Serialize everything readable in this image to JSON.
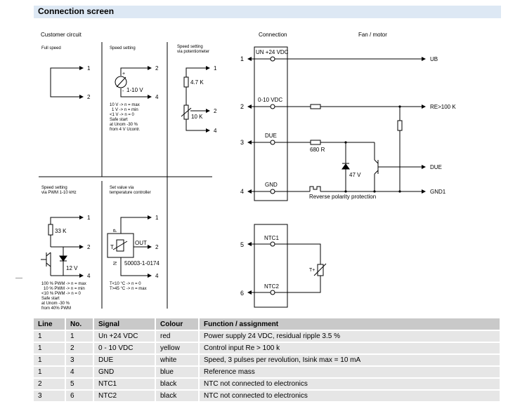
{
  "title": "Connection screen",
  "left": {
    "heading": "Customer circuit",
    "full_speed": {
      "label": "Full speed",
      "pin1": "1",
      "pin2": "2"
    },
    "speed_setting": {
      "label": "Speed setting",
      "source": "1-10 V",
      "plus": "+",
      "minus": "-",
      "pin2": "2",
      "pin4": "4",
      "notes": [
        "10 V -> n = max",
        "1 V -> n = min",
        "<1 V -> n = 0",
        "Safe start",
        "at Unom -30 %",
        "from 4 V Ucontr."
      ]
    },
    "pot": {
      "label1": "Speed setting",
      "label2": "via potentiometer",
      "r1": "4.7 K",
      "r2": "10 K",
      "pin1": "1",
      "pin2": "2",
      "pin4": "4"
    },
    "pwm": {
      "label1": "Speed setting",
      "label2": "via PWM 1-10 kHz",
      "r": "33 K",
      "z": "12 V",
      "pin1": "1",
      "pin2": "2",
      "pin4": "4",
      "notes": [
        "100 % PWM -> n = max",
        "10 % PWM -> n = min",
        "<10 % PWM -> n = 0",
        "Safe start",
        "at Unom -30 %",
        "from 40% PWM"
      ]
    },
    "temp": {
      "label1": "Set value via",
      "label2": "temperature controller",
      "out": "OUT",
      "t": "T",
      "p": "P",
      "n": "N",
      "part": "50003-1-0174",
      "pin1": "1",
      "pin2": "2",
      "pin4": "4",
      "notes": [
        "T<10 °C -> n = 0",
        "T>45 °C -> n = max"
      ]
    }
  },
  "right": {
    "connection_heading": "Connection",
    "fan_heading": "Fan / motor",
    "pins": [
      {
        "num": "1",
        "name": "UN +24 VDC",
        "out": "UB"
      },
      {
        "num": "2",
        "name": "0-10 VDC",
        "out": "RE>100 K"
      },
      {
        "num": "3",
        "name": "DUE",
        "out": "DUE"
      },
      {
        "num": "4",
        "name": "GND",
        "out": "GND1"
      }
    ],
    "r680": "680 R",
    "z47": "47 V",
    "reverse": "Reverse polarity protection",
    "ntc": [
      {
        "num": "5",
        "name": "NTC1"
      },
      {
        "num": "6",
        "name": "NTC2"
      }
    ],
    "ntc_sym": "T+"
  },
  "table": {
    "headers": [
      "Line",
      "No.",
      "Signal",
      "Colour",
      "Function / assignment"
    ],
    "rows": [
      [
        "1",
        "1",
        "Un +24 VDC",
        "red",
        "Power supply 24 VDC, residual ripple 3.5 %"
      ],
      [
        "1",
        "2",
        "0 - 10 VDC",
        "yellow",
        "Control input Re > 100 k"
      ],
      [
        "1",
        "3",
        "DUE",
        "white",
        "Speed, 3 pulses per revolution, Isink max = 10 mA"
      ],
      [
        "1",
        "4",
        "GND",
        "blue",
        "Reference mass"
      ],
      [
        "2",
        "5",
        "NTC1",
        "black",
        "NTC not connected to electronics"
      ],
      [
        "3",
        "6",
        "NTC2",
        "black",
        "NTC not connected to electronics"
      ]
    ]
  }
}
